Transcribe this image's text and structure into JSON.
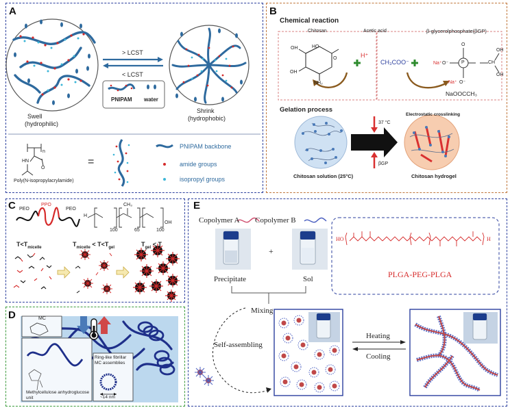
{
  "panels": {
    "a": {
      "label": "A",
      "swell": "Swell",
      "swell_sub": "(hydrophilic)",
      "shrink": "Shrink",
      "shrink_sub": "(hydrophobic)",
      "gt_lcst": "> LCST",
      "lt_lcst": "< LCST",
      "legend_pnipam": "PNIPAM",
      "legend_water": "water",
      "poly_name": "Poly(N-isopropylacrylamide)",
      "eq": "=",
      "n": "n",
      "nh": "HN",
      "o": "O",
      "legend_backbone": "PNIPAM backbone",
      "legend_amide": "amide groups",
      "legend_isopropyl": "isopropyl groups"
    },
    "b": {
      "label": "B",
      "title": "Chemical reaction",
      "chitosan": "Chitosan",
      "acetic": "Acetic acid",
      "bgp": "β-glycerolphosphate(βGP)",
      "hplus": "H⁺",
      "ch3coo": "CH₃COO⁻",
      "na1": "Na⁺",
      "na2": "Na⁺",
      "o_minus1": "O⁻",
      "o_minus2": "O⁻",
      "p": "P",
      "o1": "O",
      "o2": "O",
      "ch": "CH",
      "oh1": "OH",
      "oh2": "OH",
      "oh3": "OH",
      "oh4": "OH",
      "ho": "HO",
      "nh2": "NH₂",
      "naoocch3": "NaOOCCH₃",
      "gel_title": "Gelation process",
      "cross": "Electrostatic crosslinking",
      "temp": "37 °C",
      "bgp_short": "βGP",
      "sol": "Chitosan solution (25°C)",
      "hydrogel": "Chitosan hydrogel"
    },
    "c": {
      "label": "C",
      "peo1": "PEO",
      "ppo": "PPO",
      "peo2": "PEO",
      "h": "H",
      "oh": "OH",
      "ch3": "CH₃",
      "n100a": "100",
      "n65": "65",
      "n100b": "100",
      "cond1": "T<T",
      "cond1_sub": "micelle",
      "cond2": "T",
      "cond2_sub1": "micelle",
      "cond2_mid": " < T<T",
      "cond2_sub2": "gel",
      "cond3": "T",
      "cond3_sub": "gel",
      "cond3_end": "< T"
    },
    "d": {
      "label": "D",
      "mc": "MC",
      "ring": "Ring-like fibrillar MC assemblies",
      "size": "~14 nm",
      "unit": "Methylcellulose anhydroglucose unit"
    },
    "e": {
      "label": "E",
      "copa": "Copolymer A",
      "copb": "Copolymer B",
      "plus": "+",
      "precip": "Precipitate",
      "sol": "Sol",
      "plga": "PLGA-PEG-PLGA",
      "mixing": "Mixing",
      "self": "Self-assembling",
      "heating": "Heating",
      "cooling": "Cooling",
      "ho": "HO",
      "h": "H"
    }
  },
  "colors": {
    "panel_border": "#2b3f9e",
    "panel_b_border": "#c0763a",
    "panel_d_border": "#3a9a3a",
    "backbone": "#2e6a9e",
    "amide": "#d42a2a",
    "isopropyl": "#3cb6d8",
    "chem_red": "#d93030",
    "green_plus": "#2e8b2e",
    "arrow_brown": "#8a5a1e",
    "micelle_blue": "#4a5fc0",
    "micelle_red": "#d62a2a",
    "mc_blue": "#1e2f8a"
  }
}
